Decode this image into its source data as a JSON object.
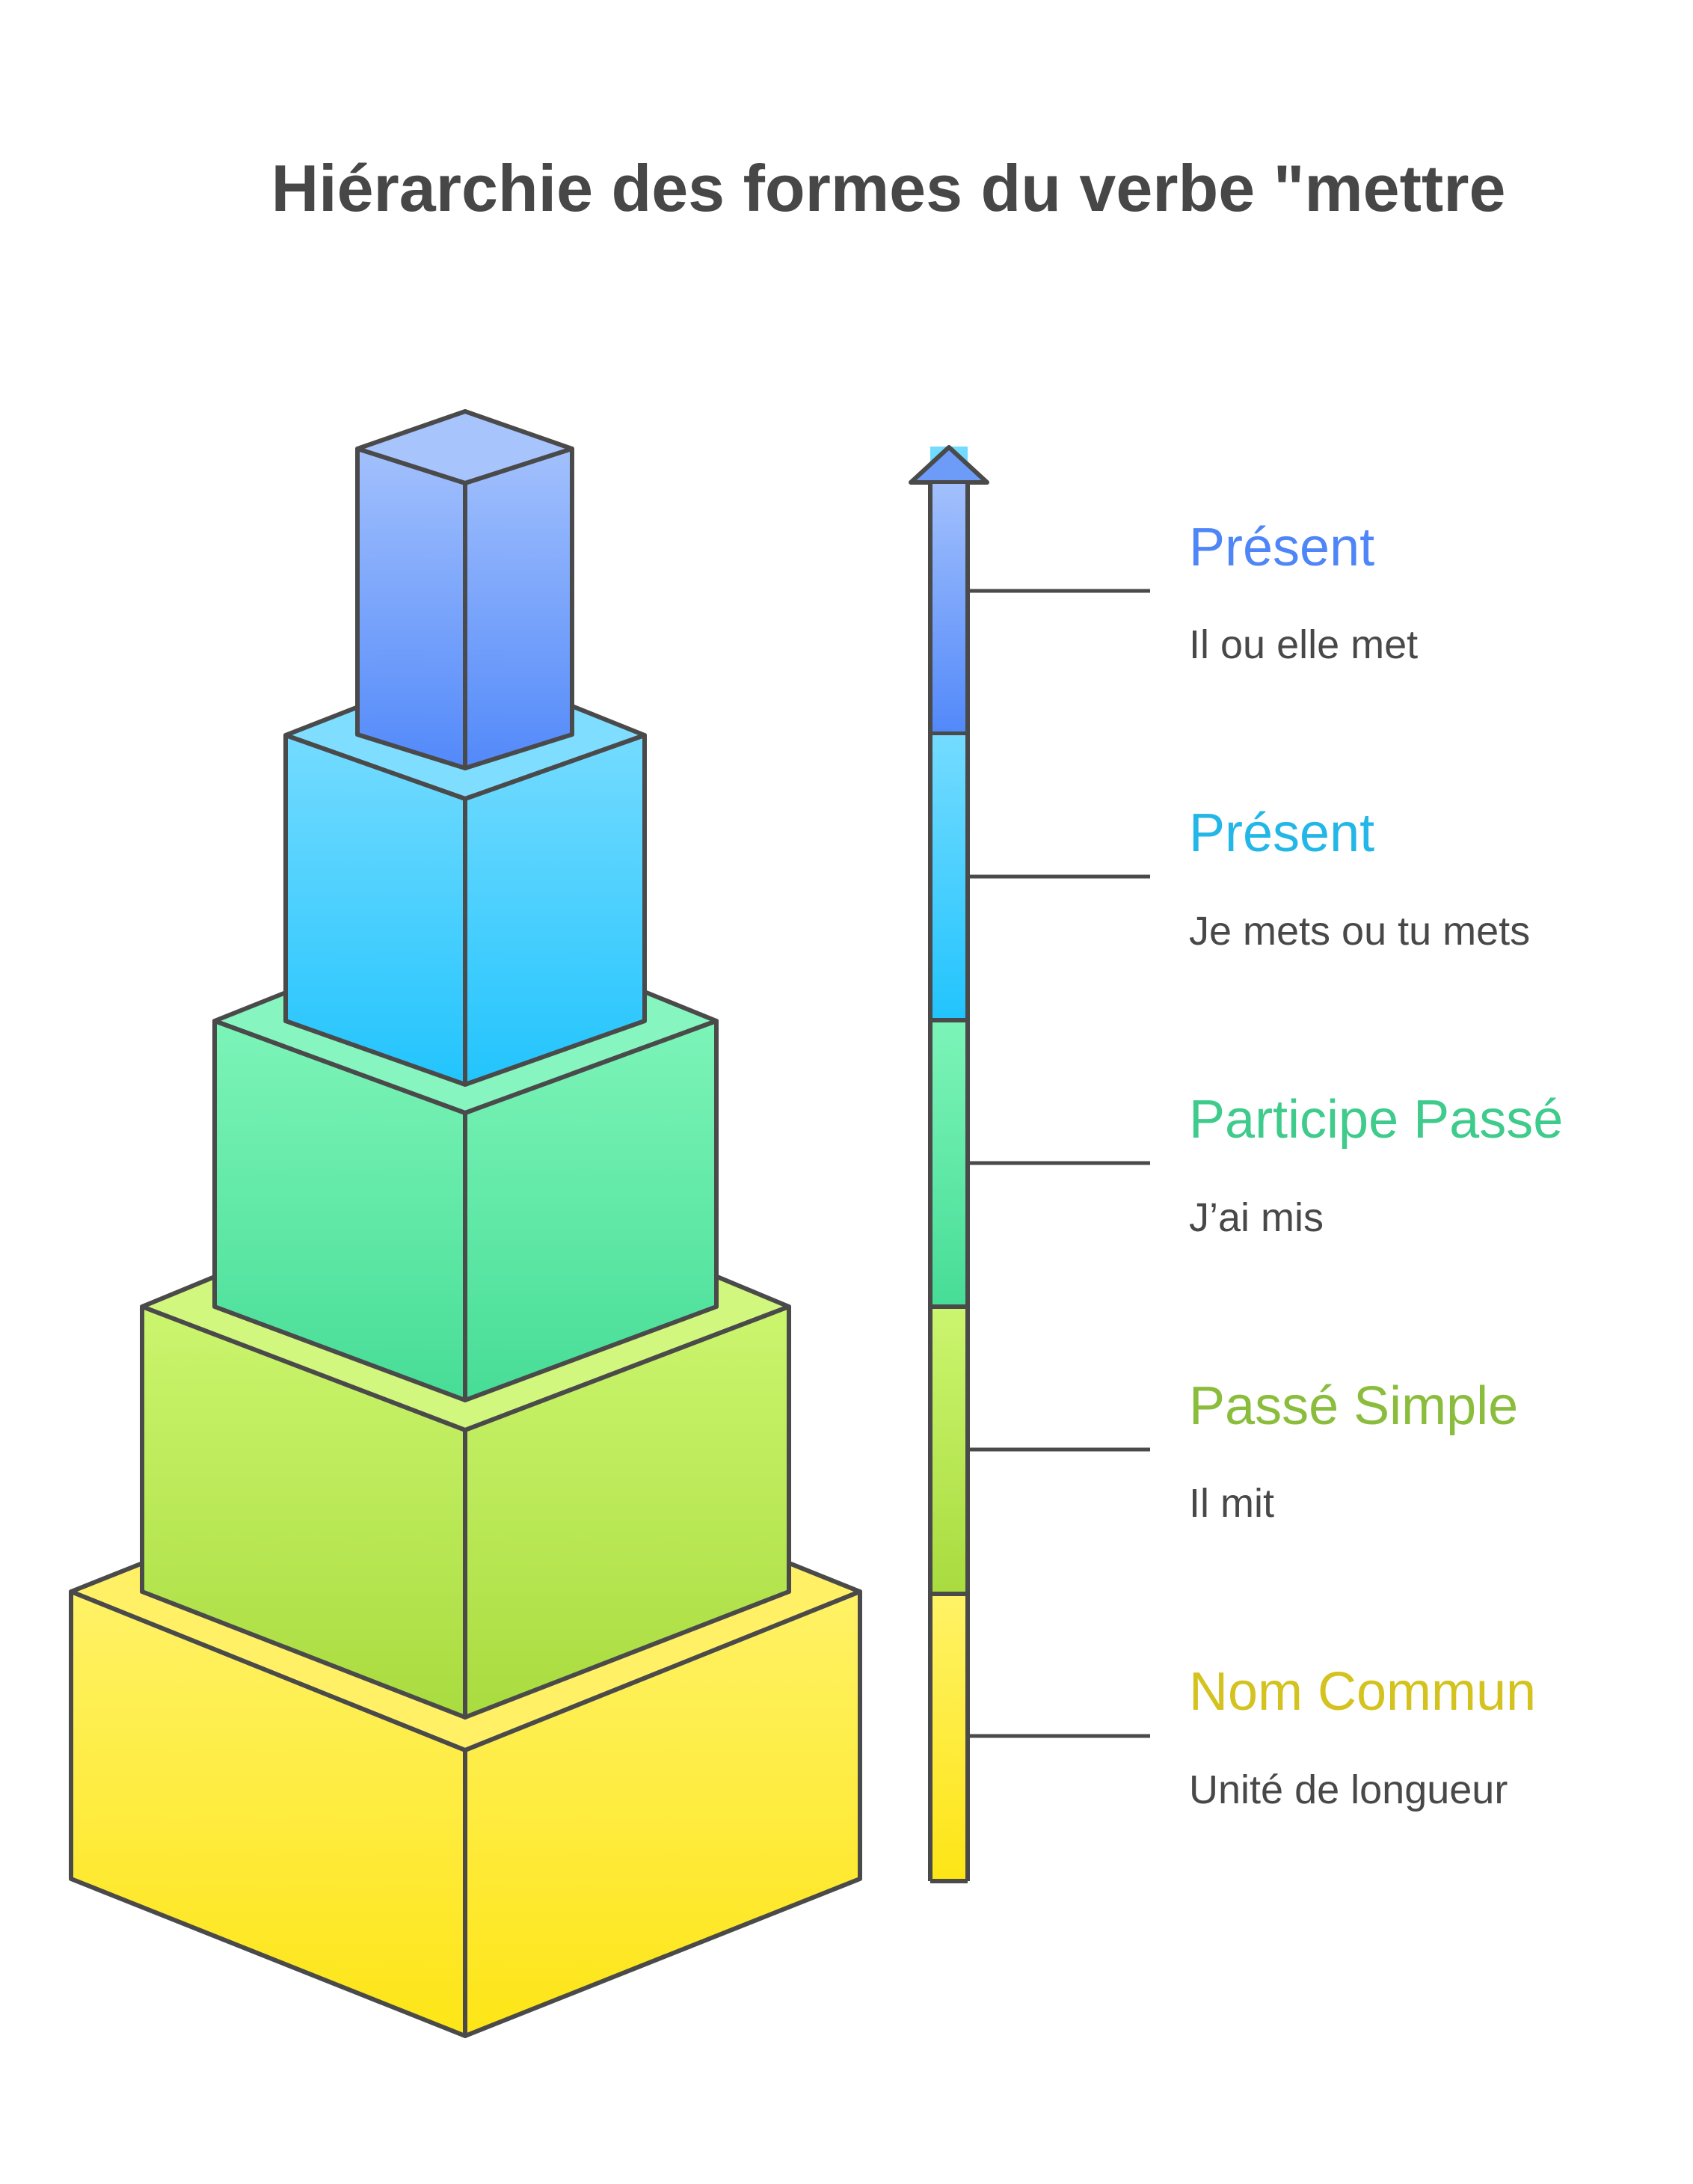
{
  "title": "Hiérarchie des formes du verbe \"mettre",
  "levels": [
    {
      "title": "Présent",
      "description": "Il ou elle met",
      "color": "#4f86f7",
      "light": "#9dbbfb"
    },
    {
      "title": "Présent",
      "description": "Je mets ou tu mets",
      "color": "#22b7e6",
      "light": "#6ed9ff"
    },
    {
      "title": "Participe Passé",
      "description": "J’ai mis",
      "color": "#3ecb8c",
      "light": "#7af3b8"
    },
    {
      "title": "Passé Simple",
      "description": "Il mit",
      "color": "#8bbd3c",
      "light": "#c9f46c"
    },
    {
      "title": "Nom Commun",
      "description": "Unité de longueur",
      "color": "#d4c21e",
      "light": "#fff066"
    }
  ],
  "arrow_color": "#4f86f7"
}
